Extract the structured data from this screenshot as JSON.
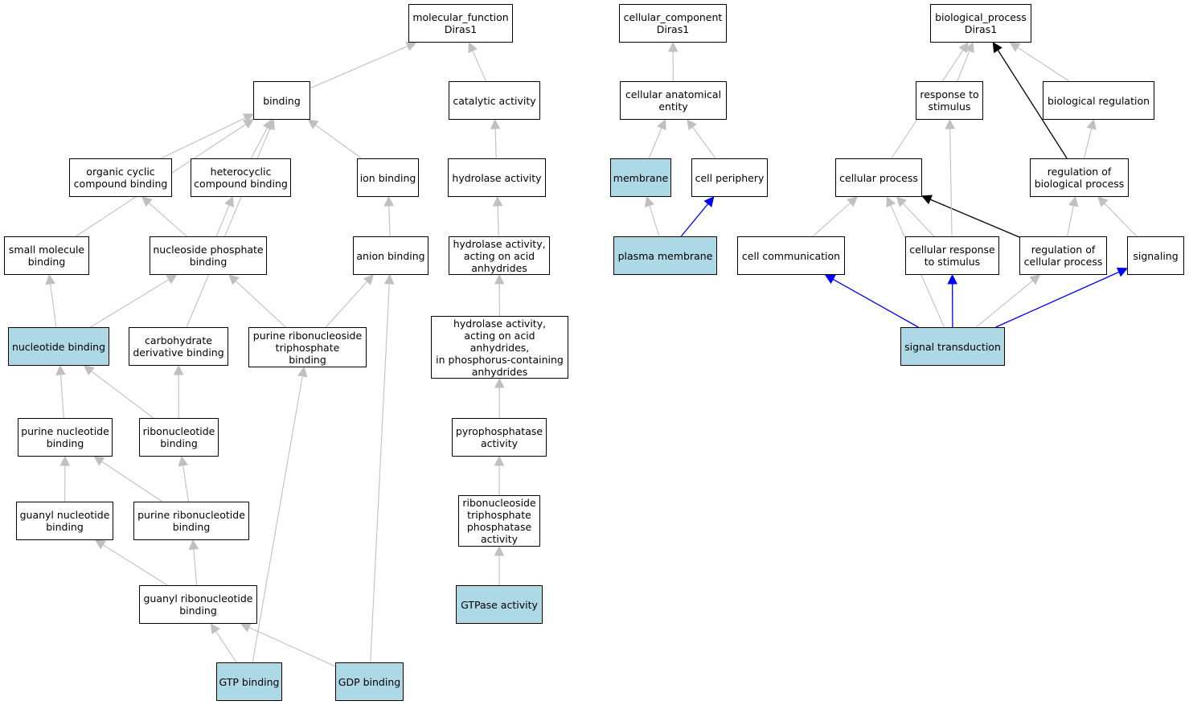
{
  "colors": {
    "highlight_fill": "#add8e6",
    "default_fill": "#ffffff",
    "edge_gray": "#c0c0c0",
    "edge_blue": "#0000ff",
    "edge_black": "#000000"
  },
  "nodes": {
    "mf_root": {
      "label": "molecular_function\nDiras1",
      "hl": false
    },
    "cc_root": {
      "label": "cellular_component\nDiras1",
      "hl": false
    },
    "bp_root": {
      "label": "biological_process\nDiras1",
      "hl": false
    },
    "binding": {
      "label": "binding",
      "hl": false
    },
    "catalytic": {
      "label": "catalytic activity",
      "hl": false
    },
    "cae": {
      "label": "cellular anatomical\nentity",
      "hl": false
    },
    "resp_stim": {
      "label": "response to\nstimulus",
      "hl": false
    },
    "bio_reg": {
      "label": "biological regulation",
      "hl": false
    },
    "org_cyc": {
      "label": "organic cyclic\ncompound binding",
      "hl": false
    },
    "hetero": {
      "label": "heterocyclic\ncompound binding",
      "hl": false
    },
    "ion_binding": {
      "label": "ion binding",
      "hl": false
    },
    "hydrolase": {
      "label": "hydrolase activity",
      "hl": false
    },
    "membrane": {
      "label": "membrane",
      "hl": true
    },
    "cell_periph": {
      "label": "cell periphery",
      "hl": false
    },
    "cell_proc": {
      "label": "cellular process",
      "hl": false
    },
    "reg_bio": {
      "label": "regulation of\nbiological process",
      "hl": false
    },
    "small_mol": {
      "label": "small molecule\nbinding",
      "hl": false
    },
    "nuc_phos": {
      "label": "nucleoside phosphate\nbinding",
      "hl": false
    },
    "anion": {
      "label": "anion binding",
      "hl": false
    },
    "hyd_acid": {
      "label": "hydrolase activity,\nacting on acid\nanhydrides",
      "hl": false
    },
    "plasma_mem": {
      "label": "plasma membrane",
      "hl": true
    },
    "cell_comm": {
      "label": "cell communication",
      "hl": false
    },
    "cell_resp": {
      "label": "cellular response\nto stimulus",
      "hl": false
    },
    "reg_cell": {
      "label": "regulation of\ncellular process",
      "hl": false
    },
    "signaling": {
      "label": "signaling",
      "hl": false
    },
    "nuc_binding": {
      "label": "nucleotide binding",
      "hl": true
    },
    "carb_deriv": {
      "label": "carbohydrate\nderivative binding",
      "hl": false
    },
    "pur_ribonuc_tri": {
      "label": "purine ribonucleoside\ntriphosphate\nbinding",
      "hl": false
    },
    "hyd_phos": {
      "label": "hydrolase activity,\nacting on acid\nanhydrides,\nin phosphorus-containing\nanhydrides",
      "hl": false
    },
    "sig_trans": {
      "label": "signal transduction",
      "hl": true
    },
    "pur_nuc": {
      "label": "purine nucleotide\nbinding",
      "hl": false
    },
    "ribonuc": {
      "label": "ribonucleotide\nbinding",
      "hl": false
    },
    "pyro": {
      "label": "pyrophosphatase\nactivity",
      "hl": false
    },
    "guanyl_nuc": {
      "label": "guanyl nucleotide\nbinding",
      "hl": false
    },
    "pur_ribonuc": {
      "label": "purine ribonucleotide\nbinding",
      "hl": false
    },
    "rntp": {
      "label": "ribonucleoside\ntriphosphate\nphosphatase\nactivity",
      "hl": false
    },
    "guanyl_ribo": {
      "label": "guanyl ribonucleotide\nbinding",
      "hl": false
    },
    "gtpase": {
      "label": "GTPase activity",
      "hl": true
    },
    "gtp": {
      "label": "GTP binding",
      "hl": true
    },
    "gdp": {
      "label": "GDP binding",
      "hl": true
    }
  },
  "edges": [
    {
      "from": "binding",
      "to": "mf_root",
      "color": "gray"
    },
    {
      "from": "catalytic",
      "to": "mf_root",
      "color": "gray"
    },
    {
      "from": "org_cyc",
      "to": "binding",
      "color": "gray"
    },
    {
      "from": "hetero",
      "to": "binding",
      "color": "gray"
    },
    {
      "from": "ion_binding",
      "to": "binding",
      "color": "gray"
    },
    {
      "from": "small_mol",
      "to": "binding",
      "color": "gray"
    },
    {
      "from": "carb_deriv",
      "to": "binding",
      "color": "gray"
    },
    {
      "from": "hydrolase",
      "to": "catalytic",
      "color": "gray"
    },
    {
      "from": "nuc_phos",
      "to": "org_cyc",
      "color": "gray"
    },
    {
      "from": "nuc_phos",
      "to": "hetero",
      "color": "gray"
    },
    {
      "from": "anion",
      "to": "ion_binding",
      "color": "gray"
    },
    {
      "from": "nuc_binding",
      "to": "small_mol",
      "color": "gray"
    },
    {
      "from": "nuc_binding",
      "to": "nuc_phos",
      "color": "gray"
    },
    {
      "from": "pur_ribonuc_tri",
      "to": "nuc_phos",
      "color": "gray"
    },
    {
      "from": "pur_ribonuc_tri",
      "to": "anion",
      "color": "gray"
    },
    {
      "from": "gdp",
      "to": "anion",
      "color": "gray"
    },
    {
      "from": "hyd_acid",
      "to": "hydrolase",
      "color": "gray"
    },
    {
      "from": "hyd_phos",
      "to": "hyd_acid",
      "color": "gray"
    },
    {
      "from": "pyro",
      "to": "hyd_phos",
      "color": "gray"
    },
    {
      "from": "rntp",
      "to": "pyro",
      "color": "gray"
    },
    {
      "from": "gtpase",
      "to": "rntp",
      "color": "gray"
    },
    {
      "from": "pur_nuc",
      "to": "nuc_binding",
      "color": "gray"
    },
    {
      "from": "ribonuc",
      "to": "nuc_binding",
      "color": "gray"
    },
    {
      "from": "ribonuc",
      "to": "carb_deriv",
      "color": "gray"
    },
    {
      "from": "guanyl_nuc",
      "to": "pur_nuc",
      "color": "gray"
    },
    {
      "from": "pur_ribonuc",
      "to": "pur_nuc",
      "color": "gray"
    },
    {
      "from": "pur_ribonuc",
      "to": "ribonuc",
      "color": "gray"
    },
    {
      "from": "guanyl_ribo",
      "to": "guanyl_nuc",
      "color": "gray"
    },
    {
      "from": "guanyl_ribo",
      "to": "pur_ribonuc",
      "color": "gray"
    },
    {
      "from": "gtp",
      "to": "guanyl_ribo",
      "color": "gray"
    },
    {
      "from": "gdp",
      "to": "guanyl_ribo",
      "color": "gray"
    },
    {
      "from": "gtp",
      "to": "pur_ribonuc_tri",
      "color": "gray"
    },
    {
      "from": "cae",
      "to": "cc_root",
      "color": "gray"
    },
    {
      "from": "membrane",
      "to": "cae",
      "color": "gray"
    },
    {
      "from": "cell_periph",
      "to": "cae",
      "color": "gray"
    },
    {
      "from": "plasma_mem",
      "to": "membrane",
      "color": "gray"
    },
    {
      "from": "plasma_mem",
      "to": "cell_periph",
      "color": "blue"
    },
    {
      "from": "resp_stim",
      "to": "bp_root",
      "color": "gray"
    },
    {
      "from": "bio_reg",
      "to": "bp_root",
      "color": "gray"
    },
    {
      "from": "cell_proc",
      "to": "bp_root",
      "color": "gray"
    },
    {
      "from": "reg_bio",
      "to": "bp_root",
      "color": "black"
    },
    {
      "from": "reg_bio",
      "to": "bio_reg",
      "color": "gray"
    },
    {
      "from": "cell_comm",
      "to": "cell_proc",
      "color": "gray"
    },
    {
      "from": "cell_resp",
      "to": "cell_proc",
      "color": "gray"
    },
    {
      "from": "reg_cell",
      "to": "cell_proc",
      "color": "black"
    },
    {
      "from": "cell_resp",
      "to": "resp_stim",
      "color": "gray"
    },
    {
      "from": "reg_cell",
      "to": "reg_bio",
      "color": "gray"
    },
    {
      "from": "signaling",
      "to": "reg_bio",
      "color": "gray"
    },
    {
      "from": "sig_trans",
      "to": "cell_proc",
      "color": "gray"
    },
    {
      "from": "sig_trans",
      "to": "reg_cell",
      "color": "gray"
    },
    {
      "from": "sig_trans",
      "to": "cell_comm",
      "color": "blue"
    },
    {
      "from": "sig_trans",
      "to": "cell_resp",
      "color": "blue"
    },
    {
      "from": "sig_trans",
      "to": "signaling",
      "color": "blue"
    }
  ]
}
